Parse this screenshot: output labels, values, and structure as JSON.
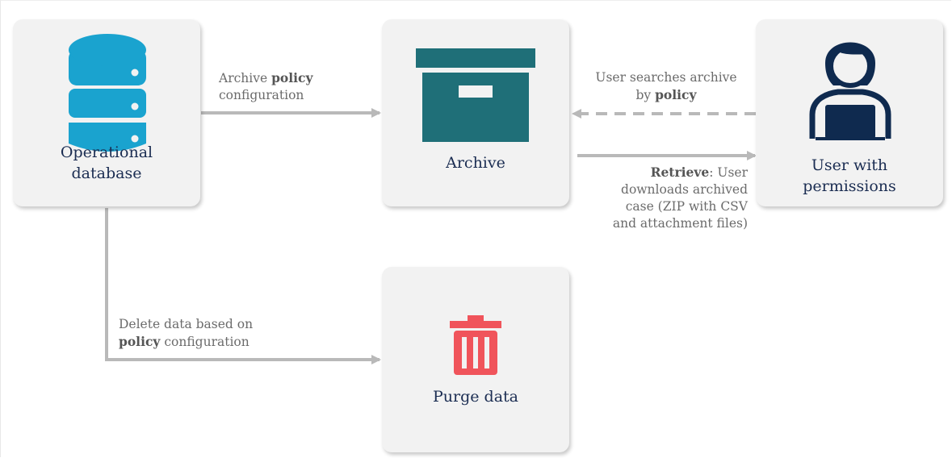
{
  "nodes": {
    "operational_database": {
      "line1": "Operational",
      "line2": "database",
      "icon": "database-icon"
    },
    "archive": {
      "label": "Archive",
      "icon": "archive-box-icon"
    },
    "user": {
      "line1": "User with",
      "line2": "permissions",
      "icon": "user-at-laptop-icon"
    },
    "purge": {
      "label": "Purge data",
      "icon": "trash-can-icon"
    }
  },
  "edges": {
    "archive_policy": {
      "text1": "Archive ",
      "bold1": "policy",
      "text2": "configuration"
    },
    "user_search": {
      "text1": "User searches archive",
      "text2": "by ",
      "bold2": "policy"
    },
    "retrieve": {
      "bold1": "Retrieve",
      "text1": ": User",
      "text2": "downloads archived",
      "text3": "case (ZIP with CSV",
      "text4": "and attachment files)"
    },
    "delete": {
      "text1": "Delete data based on",
      "bold2": "policy",
      "text2": " configuration"
    }
  },
  "colors": {
    "node_background": "#f2f2f2",
    "label_text": "#1b2d52",
    "database": "#1aa3cf",
    "archive": "#1f6f78",
    "user": "#0f2a4f",
    "trash": "#f0545b",
    "connector": "#b9b9b9"
  }
}
